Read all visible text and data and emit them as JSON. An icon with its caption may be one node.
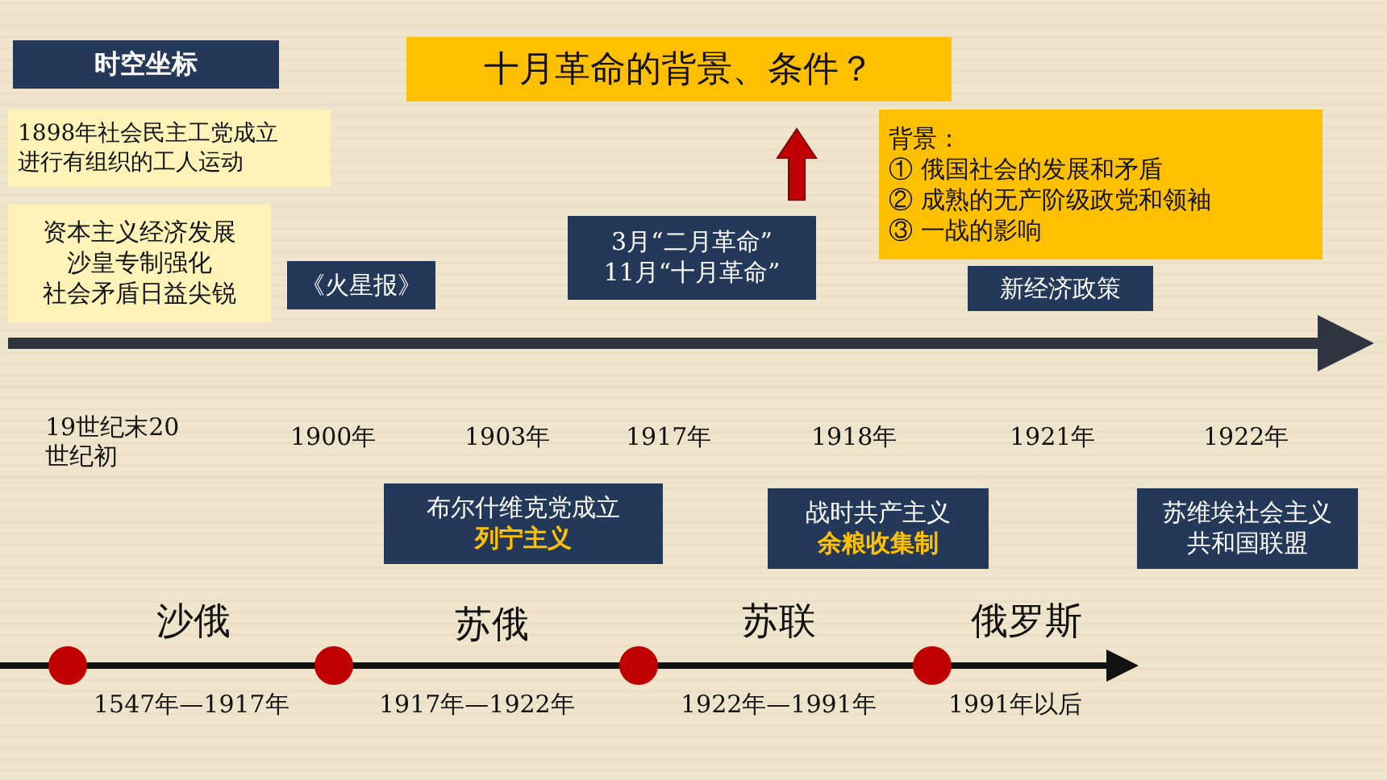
{
  "diagram": {
    "title": "十月革命的背景、条件？",
    "nodes": [
      {
        "text": [
          "时空坐标"
        ]
      },
      {
        "text": [
          "1898年社会民主工党成立进行有组织的工人运动"
        ]
      },
      {
        "text": [
          "背景：",
          "①  俄国社会的发展和矛盾",
          "②  成熟的无产阶级政党和领袖",
          "③  一战的影响"
        ]
      },
      {
        "text": [
          "资本主义经济发展",
          "沙皇专制强化",
          "社会矛盾日益尖锐"
        ]
      },
      {
        "text": [
          "3月“二月革命”",
          "11月“十月革命”"
        ]
      },
      {
        "text": [
          "《火星报》"
        ]
      },
      {
        "text": [
          "新经济政策"
        ]
      },
      {
        "text": [
          "布尔什维克党成立",
          "列宁主义"
        ]
      },
      {
        "text": [
          "战时共产主义",
          "余粮收集制"
        ]
      },
      {
        "text": [
          "苏维埃社会主义共和国联盟"
        ]
      }
    ],
    "labels": [
      "19世纪末20世纪初",
      "1900年",
      "1903年",
      "1917年",
      "1918年",
      "1921年",
      "1922年",
      "沙俄",
      "苏俄",
      "苏联",
      "俄罗斯",
      "1547年—1917年",
      "1917年—1922年",
      "1922年—1991年",
      "1991年以后"
    ]
  }
}
